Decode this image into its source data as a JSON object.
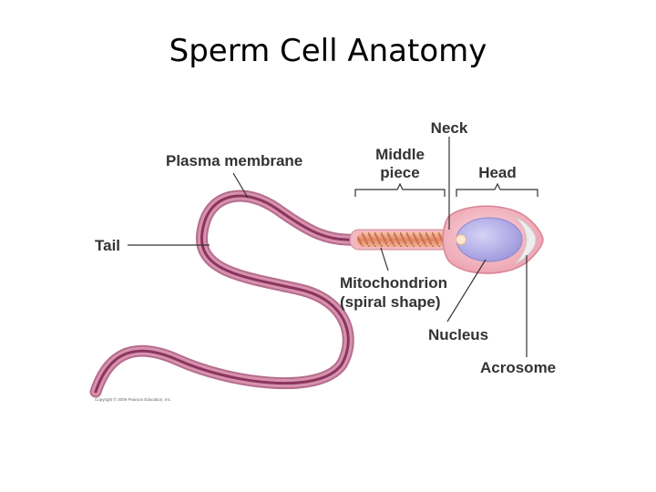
{
  "title": "Sperm Cell Anatomy",
  "labels": {
    "neck": "Neck",
    "middle_piece_line1": "Middle",
    "middle_piece_line2": "piece",
    "head": "Head",
    "plasma_membrane": "Plasma membrane",
    "tail": "Tail",
    "mitochondrion_line1": "Mitochondrion",
    "mitochondrion_line2": "(spiral shape)",
    "nucleus": "Nucleus",
    "acrosome": "Acrosome"
  },
  "copyright": "Copyright © 2009 Pearson Education, Inc.",
  "colors": {
    "membrane": "#c47f9a",
    "tail_core": "#8a3560",
    "head_fill": "#f3c1c8",
    "nucleus_fill": "#b8b3e8",
    "acrosome_fill": "#eeeeee",
    "midpiece": "#e7a07f"
  }
}
